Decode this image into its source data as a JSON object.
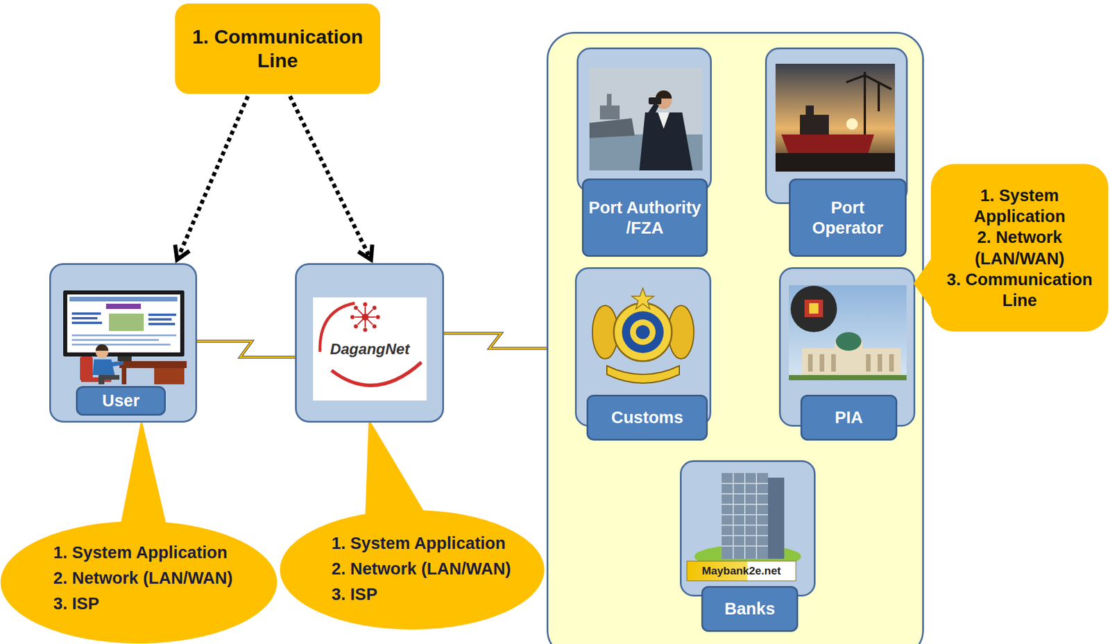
{
  "diagram": {
    "nodes": [
      {
        "text": [
          "1. Communication Line"
        ]
      },
      {
        "text": [
          "User"
        ]
      },
      {
        "text": [
          "DagangNet"
        ]
      },
      {
        "text": [
          "1. System Application",
          "2. Network (LAN/WAN)",
          "3. ISP"
        ]
      },
      {
        "text": [
          "1. System Application",
          "2. Network (LAN/WAN)",
          "3. ISP"
        ]
      },
      {
        "text": []
      },
      {
        "text": [
          "Port Authority /FZA"
        ],
        "in": 5
      },
      {
        "text": [
          "Port Operator"
        ],
        "in": 5
      },
      {
        "text": [
          "Customs"
        ],
        "in": 5
      },
      {
        "text": [
          "PIA"
        ],
        "in": 5
      },
      {
        "text": [
          "Banks"
        ],
        "in": 5
      },
      {
        "text": [
          "1. System Application",
          "2. Network (LAN/WAN)",
          "3. Communication Line"
        ]
      }
    ],
    "edges": [
      {
        "from": 0,
        "to": 1,
        "arrow": "to"
      },
      {
        "from": 0,
        "to": 2,
        "arrow": "to"
      },
      {
        "from": 1,
        "to": 2,
        "arrow": "none"
      },
      {
        "from": 2,
        "to": 5,
        "arrow": "none"
      }
    ],
    "labels": [
      "Maybank2e.net"
    ]
  }
}
